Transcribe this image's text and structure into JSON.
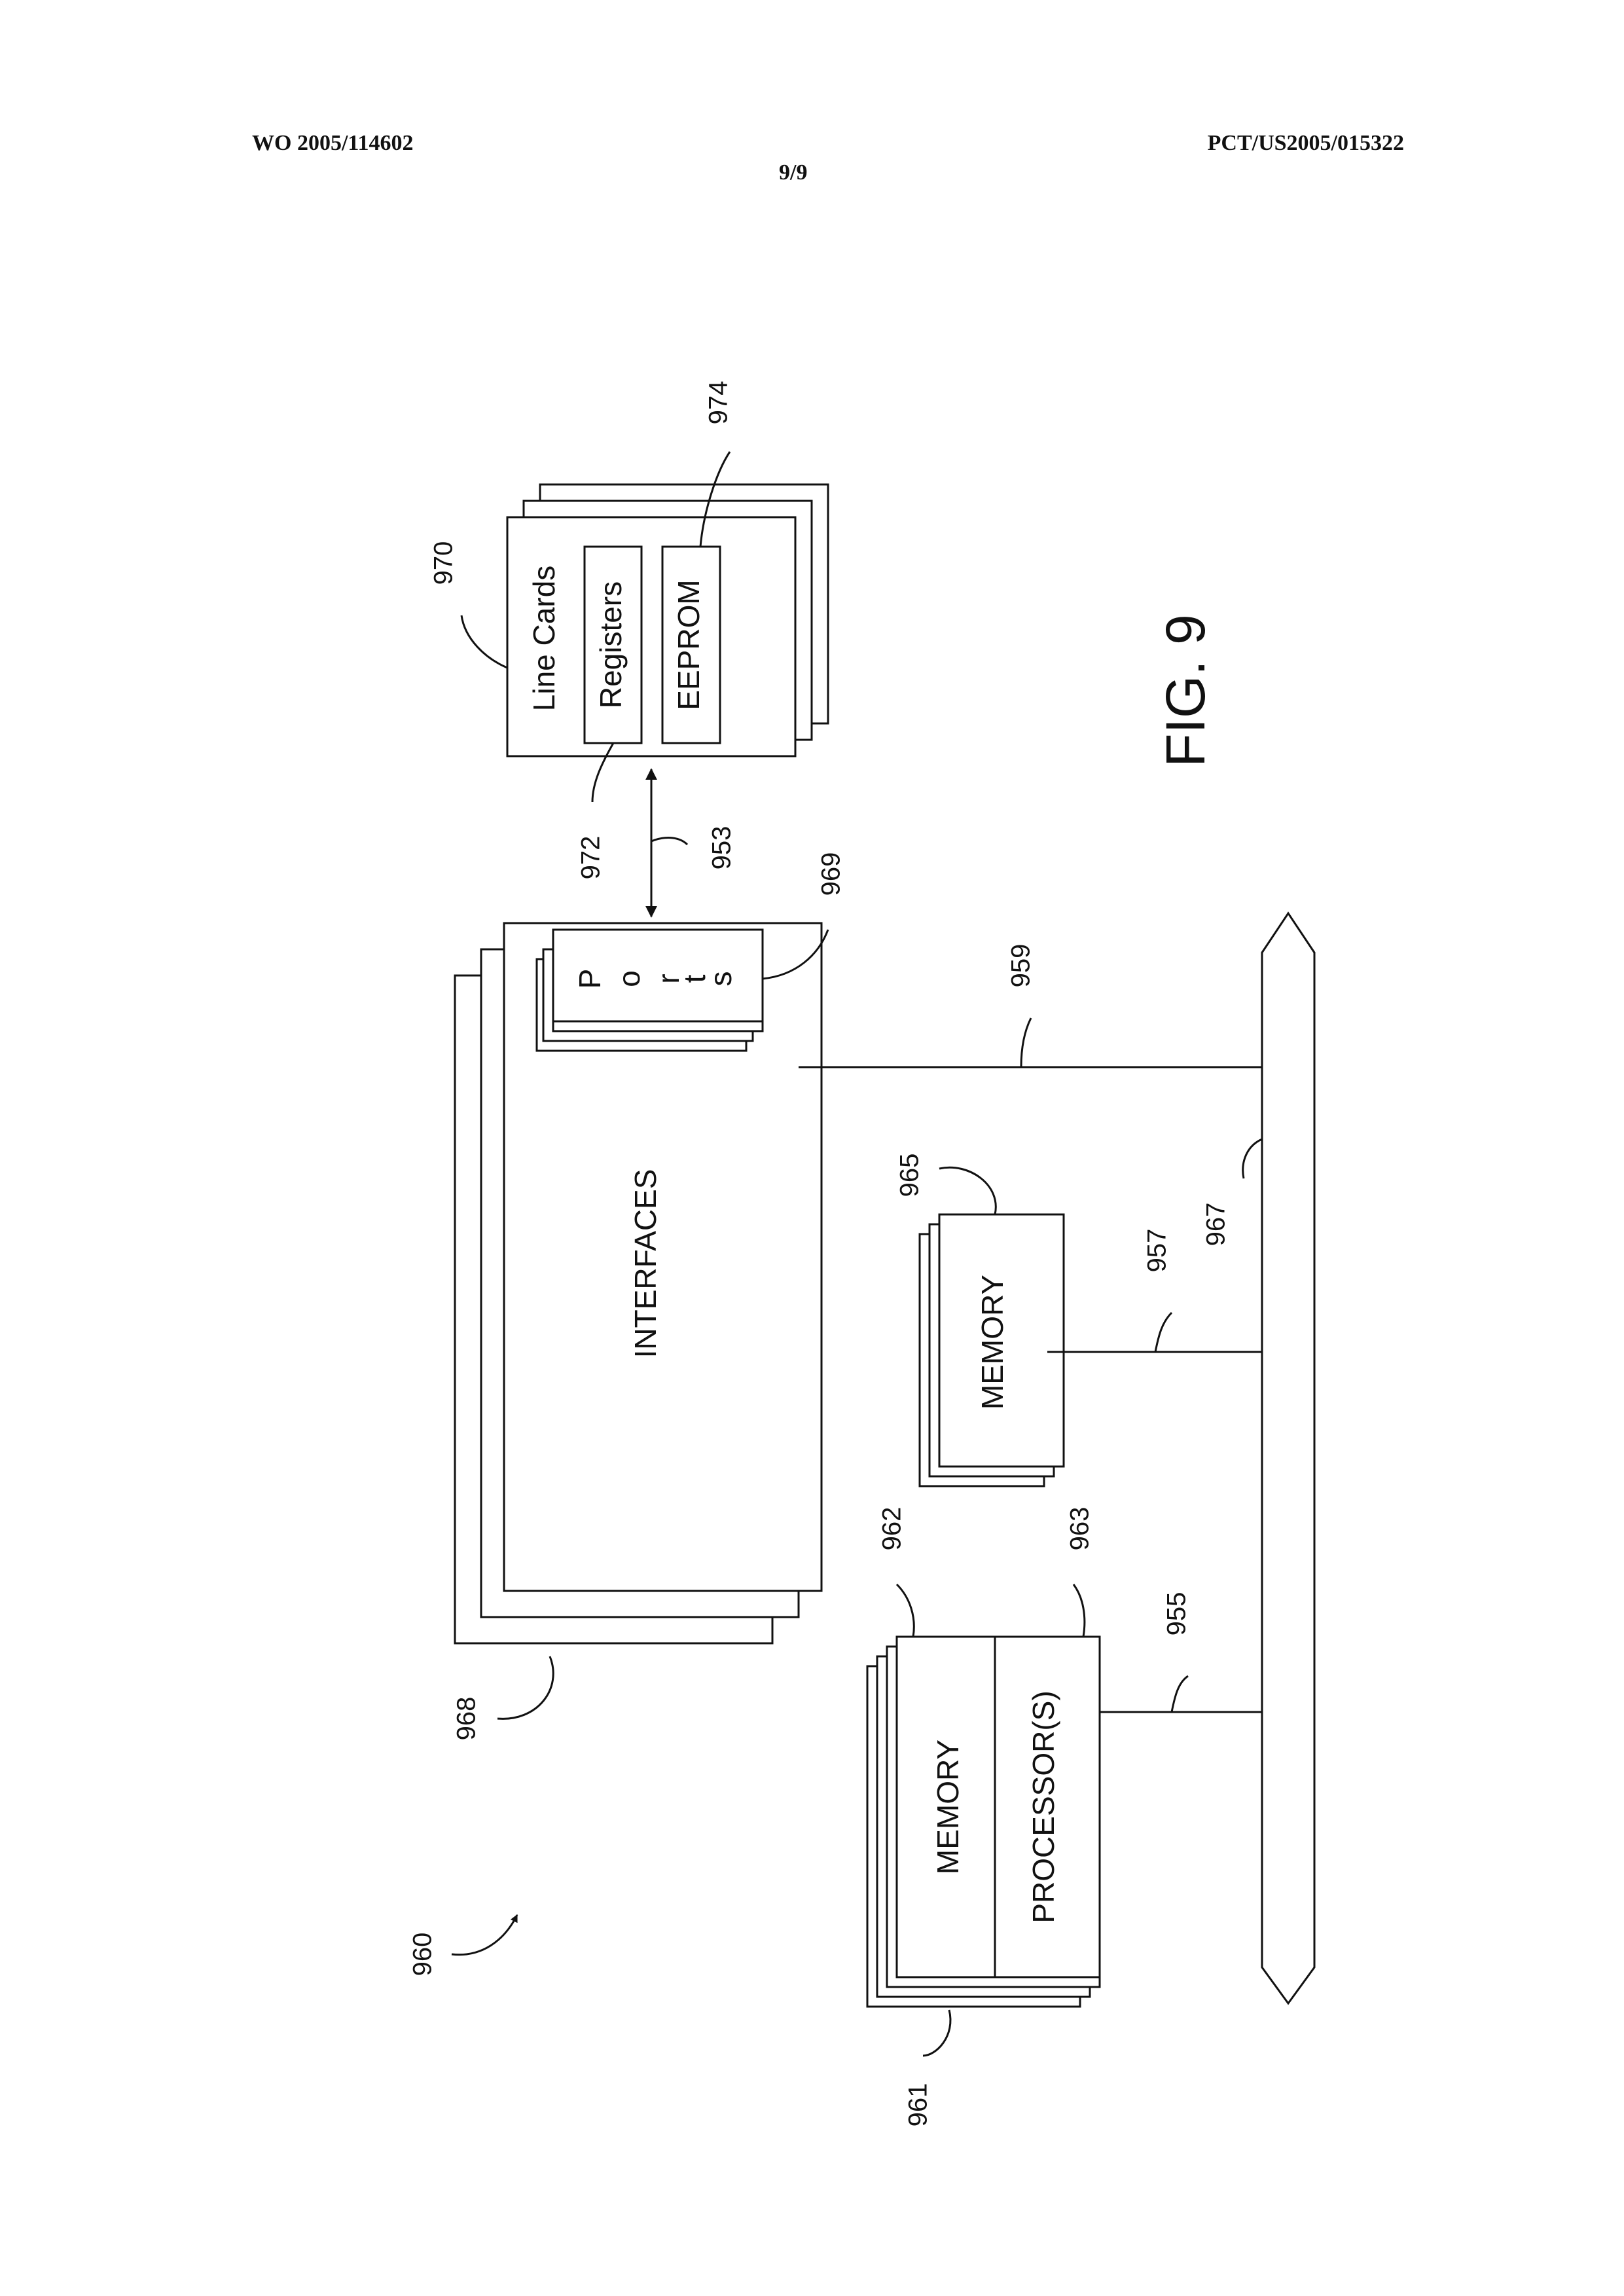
{
  "header": {
    "publication_number": "WO 2005/114602",
    "application_number": "PCT/US2005/015322",
    "sheet": "9/9"
  },
  "figure": {
    "label": "FIG. 9"
  },
  "blocks": {
    "line_cards": "Line Cards",
    "registers": "Registers",
    "eeprom": "EEPROM",
    "ports": [
      "P",
      "o",
      "r",
      "t",
      "s"
    ],
    "interfaces": "INTERFACES",
    "memory_965": "MEMORY",
    "memory_962": "MEMORY",
    "processors": "PROCESSOR(S)"
  },
  "reference_numerals": {
    "system": "960",
    "memory_962": "962",
    "processor": "963",
    "cpu_stack": "961",
    "memory_965": "965",
    "interfaces_stack": "968",
    "ports": "969",
    "line_cards": "970",
    "registers": "972",
    "eeprom": "974",
    "link_953": "953",
    "link_955": "955",
    "link_957": "957",
    "link_959": "959",
    "bus": "967"
  }
}
